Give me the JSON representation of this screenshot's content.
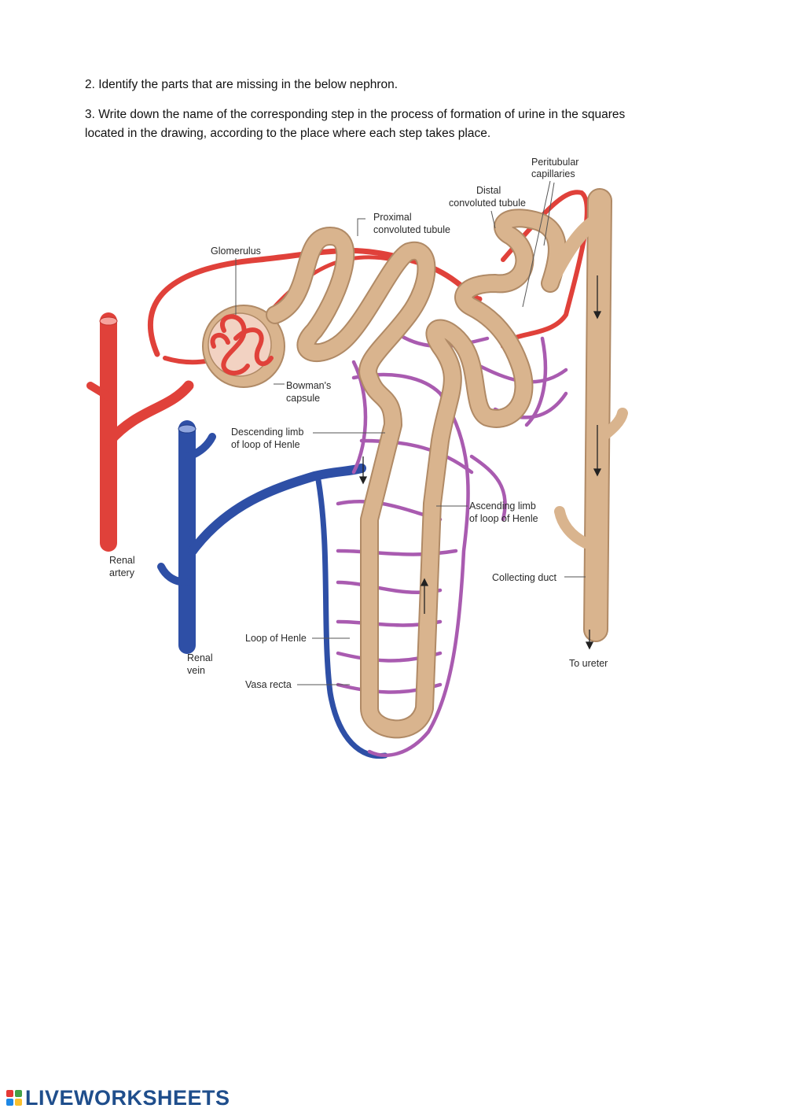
{
  "instructions": {
    "q2": "2. Identify the parts that are missing in the below nephron.",
    "q3": "3. Write down the name of the corresponding step in the process of formation of urine in the squares located in the drawing, according to the place where each step takes place."
  },
  "diagram": {
    "labels": {
      "peritubular_1": "Peritubular",
      "peritubular_2": "capillaries",
      "distal_1": "Distal",
      "distal_2": "convoluted tubule",
      "proximal_1": "Proximal",
      "proximal_2": "convoluted tubule",
      "glomerulus": "Glomerulus",
      "bowmans_1": "Bowman's",
      "bowmans_2": "capsule",
      "descending_1": "Descending limb",
      "descending_2": "of loop of Henle",
      "ascending_1": "Ascending limb",
      "ascending_2": "of loop of Henle",
      "renal_artery_1": "Renal",
      "renal_artery_2": "artery",
      "collecting_duct": "Collecting duct",
      "loop_of_henle": "Loop of Henle",
      "renal_vein_1": "Renal",
      "renal_vein_2": "vein",
      "to_ureter": "To ureter",
      "vasa_recta": "Vasa recta"
    },
    "colors": {
      "artery": "#e0413a",
      "vein": "#2e4fa6",
      "capillary": "#a95bb0",
      "tubule": "#d9b48e",
      "tubule_edge": "#b08a66"
    }
  },
  "footer": {
    "brand": "LIVEWORKSHEETS",
    "logo_colors": [
      "#e53935",
      "#43a047",
      "#1e88e5",
      "#fbc02d"
    ]
  }
}
